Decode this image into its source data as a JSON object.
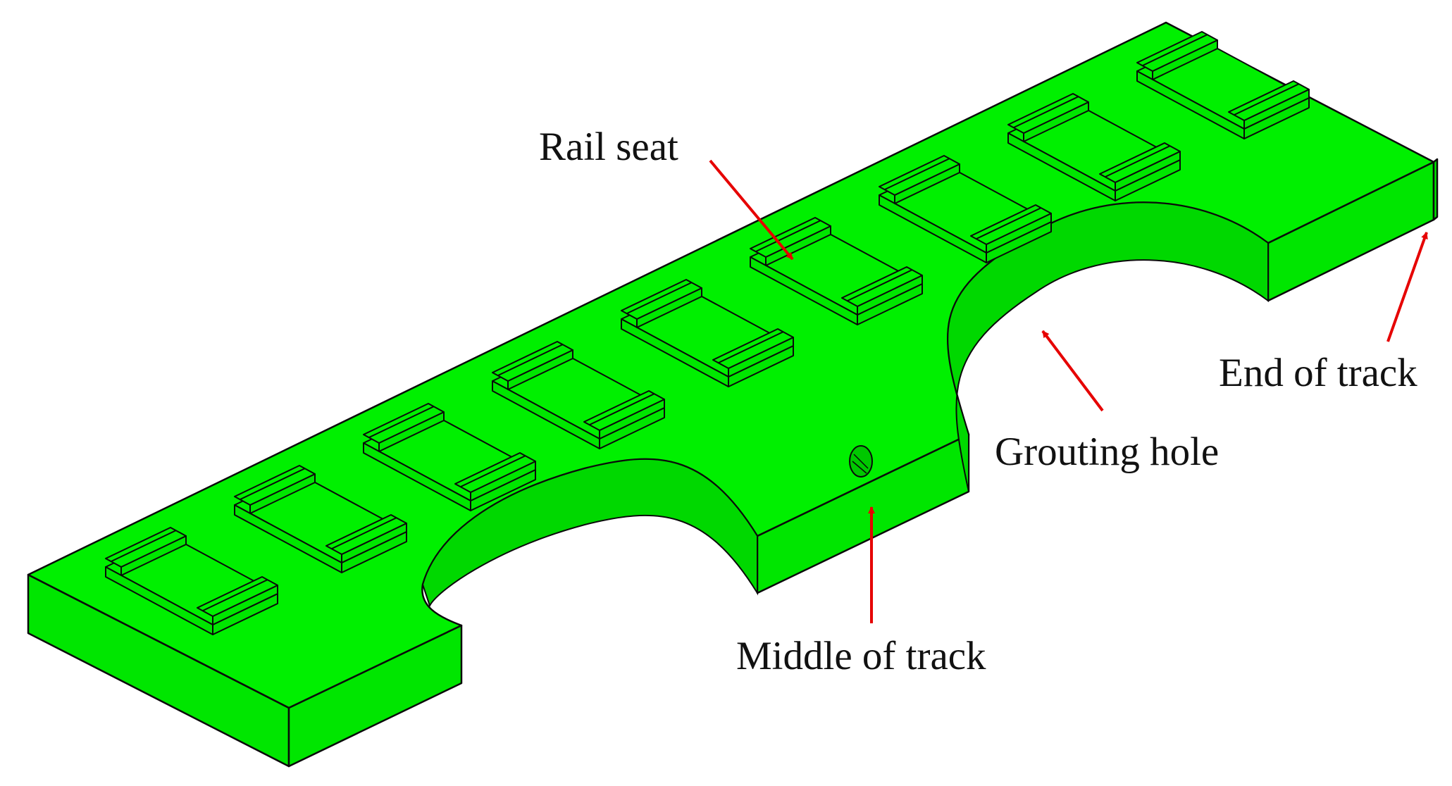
{
  "labels": {
    "rail_seat": "Rail seat",
    "grouting_hole": "Grouting hole",
    "end_of_track": "End of track",
    "middle_of_track": "Middle of track"
  },
  "colors": {
    "slab_top": "#00f000",
    "slab_side": "#00e600",
    "outline": "#0a0a0a",
    "arrow": "#e60000",
    "text": "#111111",
    "background": "#ffffff"
  },
  "rail_seat_count": 9
}
